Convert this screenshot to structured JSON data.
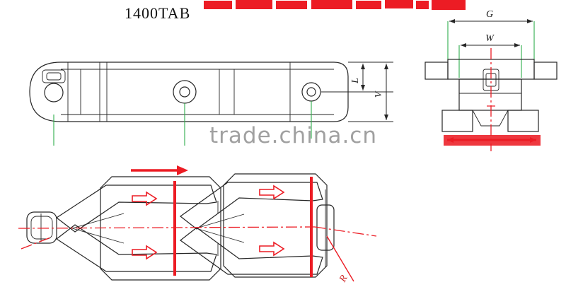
{
  "title": "1400TAB",
  "watermark": {
    "text": "trade.china.cn"
  },
  "dims": {
    "l": "L",
    "v": "V",
    "g": "G",
    "w": "W",
    "r": "R"
  },
  "colors": {
    "line_black": "#262626",
    "dimension_green": "#2fae4a",
    "accent_red": "#ec1c24",
    "watermark_gray": "#a0a0a0"
  }
}
